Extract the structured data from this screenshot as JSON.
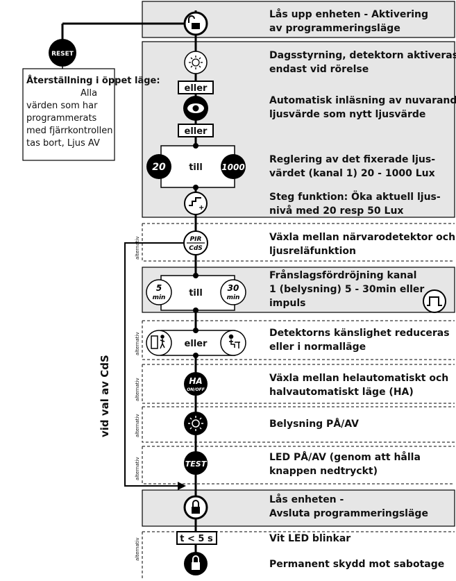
{
  "steps": {
    "unlock": {
      "line1": "Lås upp enheten - Aktivering",
      "line2": "av programmeringsläge"
    },
    "day_control": {
      "line1": "Dagsstyrning, detektorn aktiveras",
      "line2": "endast vid rörelse"
    },
    "or_label": "eller",
    "auto_read": {
      "line1": "Automatisk inläsning av nuvarande",
      "line2": "ljusvärde som nytt ljusvärde"
    },
    "lux_setting": {
      "line1": "Reglering av det fixerade ljus-",
      "line2": "värdet (kanal 1) 20 - 1000 Lux"
    },
    "step_func": {
      "line1": "Steg funktion: Öka aktuell ljus-",
      "line2": "nivå med 20 resp 50 Lux"
    },
    "pir_cds": {
      "line1": "Växla mellan närvarodetektor och",
      "line2": "ljusreläfunktion"
    },
    "delay": {
      "line1": "Frånslagsfördröjning kanal",
      "line2": "1 (belysning) 5 - 30min eller",
      "line3": "impuls"
    },
    "sensitivity": {
      "line1": "Detektorns känslighet reduceras",
      "line2": "eller i normalläge"
    },
    "ha": {
      "line1": "Växla mellan helautomatiskt och",
      "line2": "halvautomatiskt läge (HA)"
    },
    "light": {
      "line1": "Belysning PÅ/AV"
    },
    "led": {
      "line1": "LED PÅ/AV (genom att hålla",
      "line2": "knappen nedtryckt)"
    },
    "lock": {
      "line1": "Lås enheten -",
      "line2": "Avsluta programmeringsläge"
    },
    "blink": {
      "line1": "Vit LED blinkar"
    },
    "tamper": {
      "line1": "Permanent skydd mot sabotage"
    }
  },
  "range_low": "20",
  "range_high": "1000",
  "till_label": "till",
  "delay_low": {
    "num": "5",
    "unit": "min"
  },
  "delay_high": {
    "num": "30",
    "unit": "min"
  },
  "pir_top": "PIR",
  "pir_bottom": "CdS",
  "ha_top": "HA",
  "ha_bottom": "ON/OFF",
  "test_label": "TEST",
  "time_label": "t < 5 s",
  "alternativ": "alternativ",
  "side_label": "vid val av CdS",
  "reset": {
    "button": "RESET",
    "bold": "Återställning i öppet läge:",
    "line_a": "Alla",
    "line_b": "värden som har",
    "line_c": "programmerats",
    "line_d": "med fjärrkontrollen",
    "line_e": "tas bort, Ljus AV"
  }
}
